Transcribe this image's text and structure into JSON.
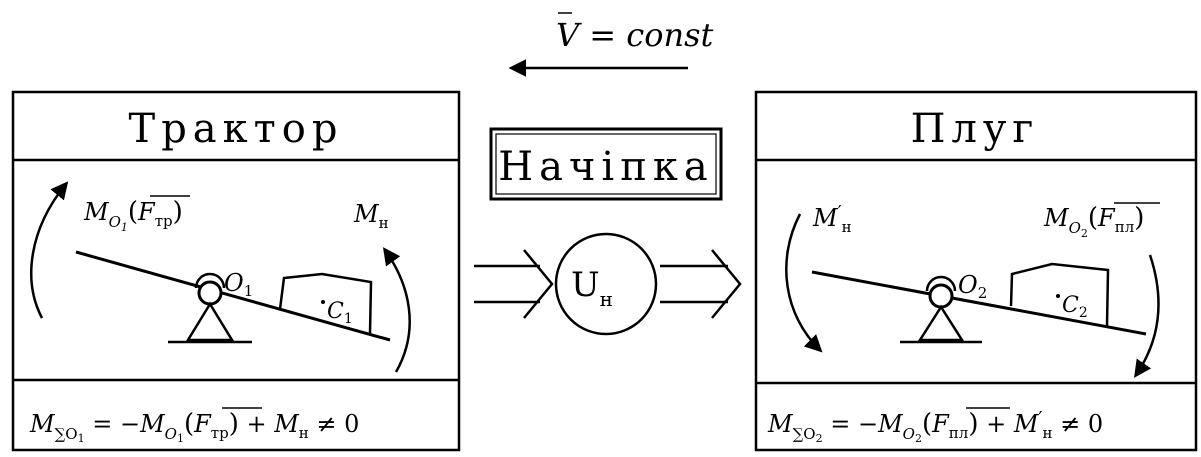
{
  "velocity": {
    "symbol": "V",
    "eq": " = const"
  },
  "left_panel": {
    "title": "Трактор",
    "moment_friction": {
      "M": "M",
      "sub": "O",
      "subsub": "1",
      "arg": "F",
      "argsub": "тр"
    },
    "moment_hitch": {
      "M": "M",
      "sub": "н"
    },
    "pivot_label": {
      "base": "O",
      "sub": "1"
    },
    "mass_label": {
      "base": "C",
      "sub": "1"
    },
    "formula": {
      "lhs_M": "M",
      "lhs_sum": "∑O",
      "lhs_sub": "1",
      "eq": " = −",
      "m2": "M",
      "m2_sub": "O",
      "m2_subsub": "1",
      "arg": "F",
      "argsub": "тр",
      "plus": " + ",
      "m3": "M",
      "m3_sub": "н",
      "tail": " ≠ 0"
    }
  },
  "center": {
    "title": "Начіпка",
    "ratio": {
      "base": "U",
      "sub": "н"
    }
  },
  "right_panel": {
    "title": "Плуг",
    "moment_hitch": {
      "M": "M",
      "prime": "′",
      "sub": "н"
    },
    "moment_plough": {
      "M": "M",
      "sub": "O",
      "subsub": "2",
      "arg": "F",
      "argsub": "пл"
    },
    "pivot_label": {
      "base": "O",
      "sub": "2"
    },
    "mass_label": {
      "base": "C",
      "sub": "2"
    },
    "formula": {
      "lhs_M": "M",
      "lhs_sum": "∑O",
      "lhs_sub": "2",
      "eq": " = −",
      "m2": "M",
      "m2_sub": "O",
      "m2_subsub": "2",
      "arg": "F",
      "argsub": "пл",
      "plus": " + ",
      "m3": "M",
      "m3_prime": "′",
      "m3_sub": "н",
      "tail": " ≠ 0"
    }
  }
}
